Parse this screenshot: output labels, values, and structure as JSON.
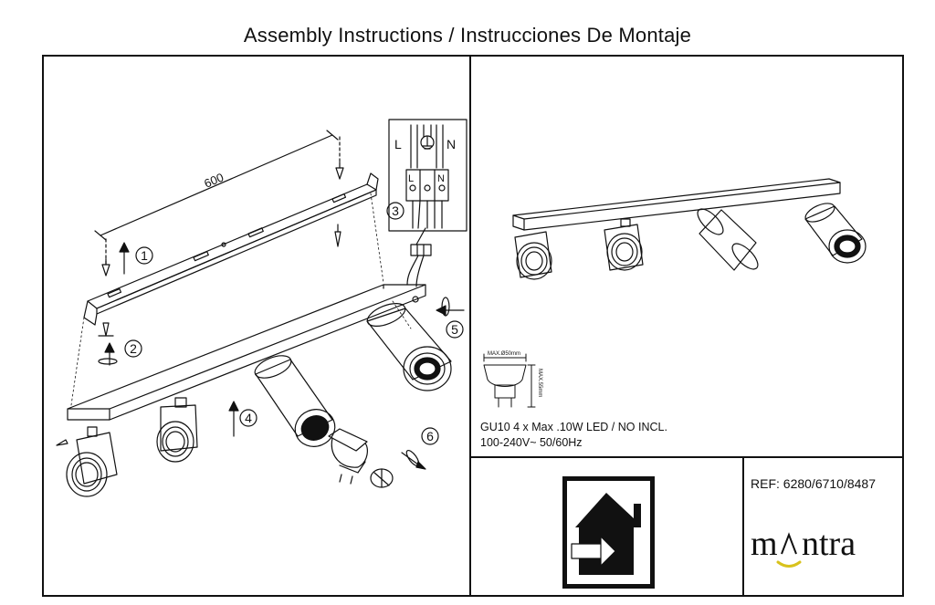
{
  "title": "Assembly Instructions / Instrucciones De Montaje",
  "dimension": "600",
  "steps": [
    "1",
    "2",
    "3",
    "4",
    "5",
    "6"
  ],
  "wiring": {
    "live": "L",
    "neutral": "N"
  },
  "bulb": {
    "max_diameter": "MAX.Ø50mm",
    "max_height": "MAX.55mm"
  },
  "spec": {
    "line1": "GU10 4 x Max .10W LED / NO INCL.",
    "line2": "100-240V~ 50/60Hz"
  },
  "symbol": "indoor-use-only-icon",
  "ref": "REF: 6280/6710/8487",
  "brand": {
    "before": "m",
    "after": "ntra",
    "accent_color": "#d8c21c"
  }
}
